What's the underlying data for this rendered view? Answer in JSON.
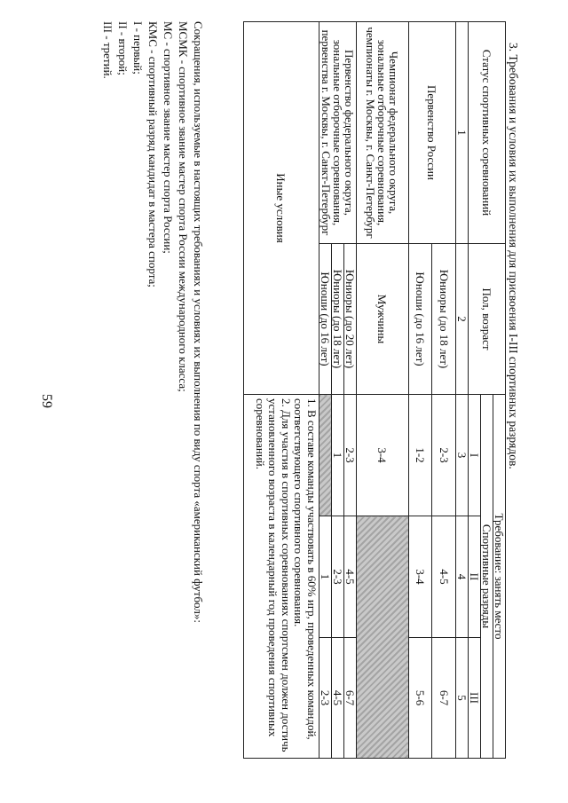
{
  "page_number": "59",
  "heading": "3. Требования и условия их выполнения для присвоения I-III спортивных разрядов.",
  "table": {
    "header": {
      "status": "Статус спортивных соревнований",
      "gender_age": "Пол, возраст",
      "requirement": "Требование: занять место",
      "ranks": "Спортивные разряды",
      "rank_labels": [
        "I",
        "II",
        "III"
      ]
    },
    "column_numbers": [
      "1",
      "2",
      "3",
      "4",
      "5"
    ],
    "rows": [
      {
        "status": "Первенство России",
        "group": "Юниоры (до 18 лет)",
        "values": [
          "2-3",
          "4-5",
          "6-7"
        ]
      },
      {
        "status": "",
        "group": "Юноши (до 16 лет)",
        "values": [
          "1-2",
          "3-4",
          "5-6"
        ]
      },
      {
        "status": "Чемпионат федерального округа, зональные отборочные соревнования, чемпионаты г. Москвы, г. Санкт-Петербург",
        "group": "Мужчины",
        "values": [
          "3-4",
          "",
          ""
        ]
      },
      {
        "status": "Первенство федерального округа, зональные отборочные соревнования, первенства г. Москвы, г. Санкт-Петербург",
        "group": "Юниоры (до 20 лет)",
        "values": [
          "2-3",
          "4-5",
          "6-7"
        ]
      },
      {
        "status": "",
        "group": "Юниоры (до 18 лет)",
        "values": [
          "1",
          "2-3",
          "4-5"
        ]
      },
      {
        "status": "",
        "group": "Юноши (до 16 лет)",
        "values": [
          "",
          "1",
          "2-3"
        ]
      }
    ],
    "other_conditions": {
      "label": "Иные условия",
      "items": [
        "1. В составе команды участвовать в 60% игр, проведенных командой, соответствующего спортивного соревнования.",
        "2. Для участия в спортивных соревнованиях спортсмен должен достичь установленного возраста в календарный год проведения спортивных соревнований."
      ]
    }
  },
  "abbreviations": {
    "intro": "Сокращения, используемые в настоящих требованиях и условиях их выполнения по виду спорта «американский футбол»:",
    "items": [
      "МСМК - спортивное звание мастер спорта России международного класса;",
      "МС - спортивное звание мастер спорта России;",
      "КМС - спортивный разряд кандидат в мастера спорта;",
      "I - первый;",
      "II - второй;",
      "III - третий."
    ]
  }
}
